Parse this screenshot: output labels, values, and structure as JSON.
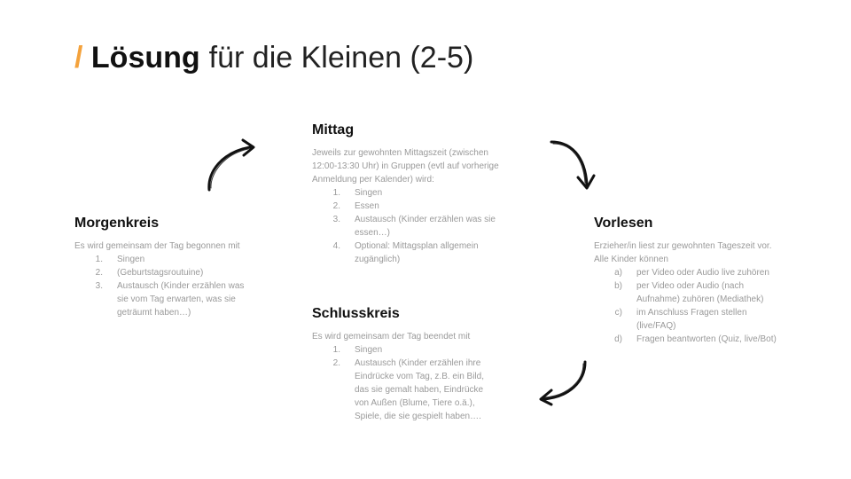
{
  "title": {
    "slash": "/",
    "strong": "Lösung",
    "rest": "für die Kleinen (2-5)",
    "accent_color": "#f4a23c"
  },
  "sections": {
    "mittag": {
      "heading": "Mittag",
      "intro": "Jeweils zur gewohnten Mittagszeit (zwischen 12:00-13:30 Uhr) in Gruppen (evtl auf vorherige Anmeldung per Kalender)  wird:",
      "items": [
        {
          "num": "1.",
          "text": "Singen"
        },
        {
          "num": "2.",
          "text": "Essen"
        },
        {
          "num": "3.",
          "text": "Austausch (Kinder erzählen was sie essen…)"
        },
        {
          "num": "4.",
          "text": "Optional:  Mittagsplan allgemein zugänglich)"
        }
      ]
    },
    "morgenkreis": {
      "heading": "Morgenkreis",
      "intro": "Es wird gemeinsam der Tag begonnen mit",
      "items": [
        {
          "num": "1.",
          "text": "Singen"
        },
        {
          "num": "2.",
          "text": "(Geburtstagsroutuine)"
        },
        {
          "num": "3.",
          "text": "Austausch (Kinder erzählen was sie vom Tag erwarten, was sie geträumt haben…)"
        }
      ]
    },
    "vorlesen": {
      "heading": "Vorlesen",
      "intro": "Erzieher/in liest zur gewohnten Tageszeit vor. Alle Kinder können",
      "items": [
        {
          "num": "a)",
          "text": "per Video oder Audio live zuhören"
        },
        {
          "num": "b)",
          "text": "per Video oder Audio (nach Aufnahme) zuhören (Mediathek)"
        },
        {
          "num": "c)",
          "text": "im Anschluss Fragen stellen (live/FAQ)"
        },
        {
          "num": "d)",
          "text": "Fragen beantworten (Quiz, live/Bot)"
        }
      ]
    },
    "schlusskreis": {
      "heading": "Schlusskreis",
      "intro": "Es wird gemeinsam der Tag beendet mit",
      "items": [
        {
          "num": "1.",
          "text": "Singen"
        },
        {
          "num": "2.",
          "text": "Austausch (Kinder erzählen ihre Eindrücke vom Tag, z.B. ein Bild, das sie gemalt haben, Eindrücke von Außen (Blume, Tiere o.ä.), Spiele, die sie gespielt haben…."
        }
      ]
    }
  },
  "arrows": [
    {
      "name": "arrow-morgen-to-mittag-icon",
      "direction": "up-right"
    },
    {
      "name": "arrow-mittag-to-vorlesen-icon",
      "direction": "down-right"
    },
    {
      "name": "arrow-vorlesen-to-schluss-icon",
      "direction": "down-left"
    }
  ]
}
